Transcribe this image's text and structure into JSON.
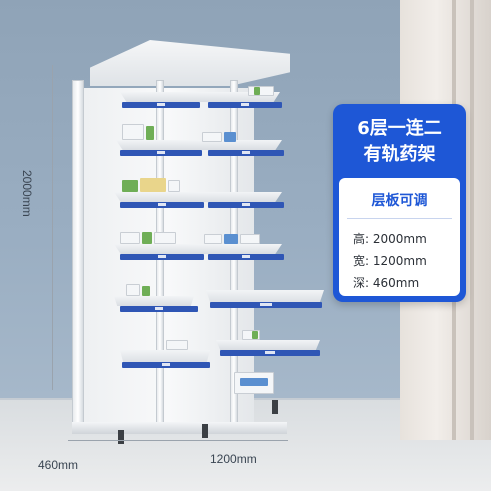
{
  "product_card": {
    "title_line1": "6层一连二",
    "title_line2": "有轨药架",
    "feature": "层板可调",
    "specs": [
      "高: 2000mm",
      "宽: 1200mm",
      "深: 460mm"
    ]
  },
  "dimensions": {
    "height_label": "2000mm",
    "width_label": "1200mm",
    "depth_label": "460mm"
  },
  "colors": {
    "card_blue": "#1e57d6",
    "tray_blue": "#2f56b5",
    "wall": "#9aaec2"
  }
}
